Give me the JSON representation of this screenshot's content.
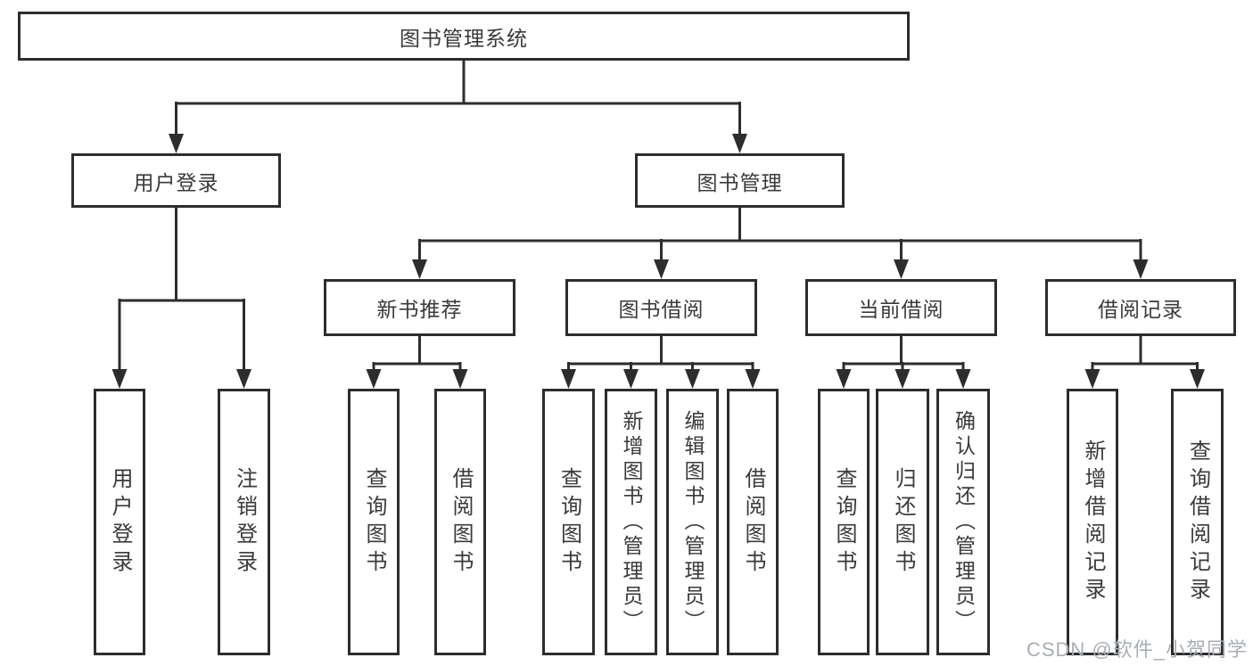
{
  "diagram": {
    "root": {
      "label": "图书管理系统"
    },
    "branches": [
      {
        "label": "用户登录",
        "children": [
          {
            "label": "用户登录"
          },
          {
            "label": "注销登录"
          }
        ]
      },
      {
        "label": "图书管理",
        "children": [
          {
            "label": "新书推荐",
            "children": [
              {
                "label": "查询图书"
              },
              {
                "label": "借阅图书"
              }
            ]
          },
          {
            "label": "图书借阅",
            "children": [
              {
                "label": "查询图书"
              },
              {
                "label": "新增图书（管理员）"
              },
              {
                "label": "编辑图书（管理员）"
              },
              {
                "label": "借阅图书"
              }
            ]
          },
          {
            "label": "当前借阅",
            "children": [
              {
                "label": "查询图书"
              },
              {
                "label": "归还图书"
              },
              {
                "label": "确认归还（管理员）"
              }
            ]
          },
          {
            "label": "借阅记录",
            "children": [
              {
                "label": "新增借阅记录"
              },
              {
                "label": "查询借阅记录"
              }
            ]
          }
        ]
      }
    ]
  },
  "watermark": {
    "text": "CSDN @软件_小贺同学",
    "color": "#a9aeb4"
  },
  "colors": {
    "line": "#2d2d2d",
    "box_border": "#2d2d2d",
    "text": "#3a3a3a",
    "background": "#ffffff"
  }
}
